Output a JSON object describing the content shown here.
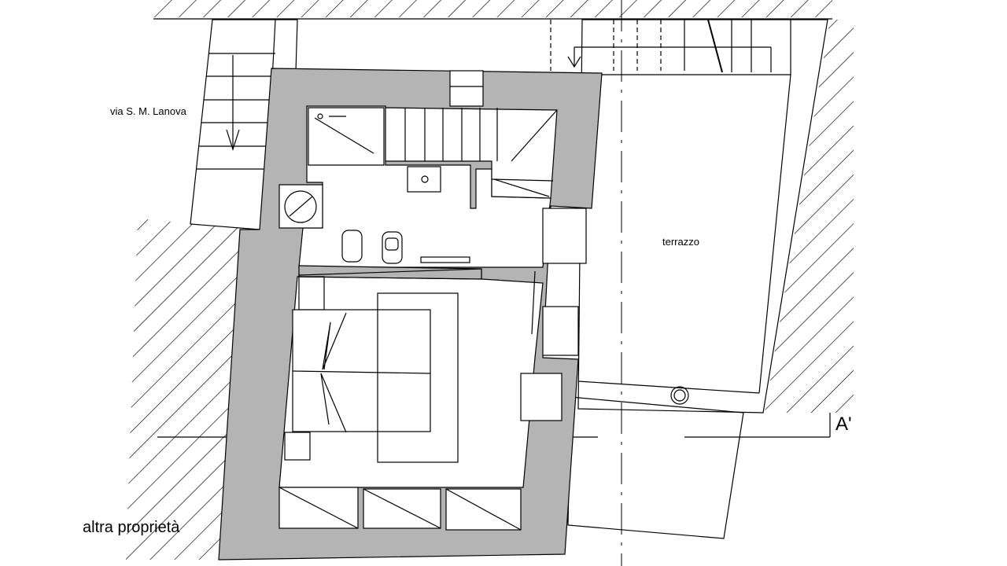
{
  "labels": {
    "street": "via S. M. Lanova",
    "terrace": "terrazzo",
    "other_property": "altra proprietà",
    "section_marker": "A'"
  },
  "colors": {
    "wall_fill": "#b4b4b4",
    "line": "#000000",
    "background": "#ffffff"
  }
}
